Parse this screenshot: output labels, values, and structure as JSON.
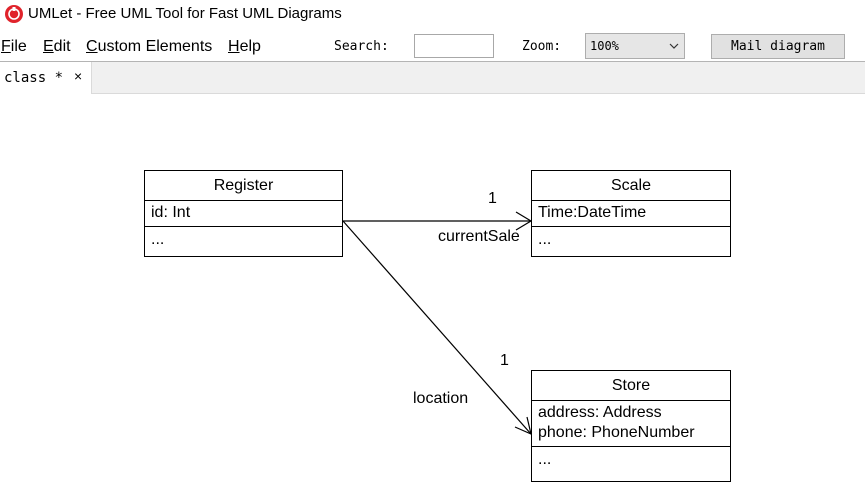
{
  "window": {
    "title": "UMLet - Free UML Tool for Fast UML Diagrams"
  },
  "menu": {
    "items": [
      {
        "mnemonic": "F",
        "rest": "ile"
      },
      {
        "mnemonic": "E",
        "rest": "dit"
      },
      {
        "mnemonic": "C",
        "rest": "ustom Elements"
      },
      {
        "mnemonic": "H",
        "rest": "elp"
      }
    ]
  },
  "toolbar": {
    "search_label": "Search:",
    "search_value": "",
    "zoom_label": "Zoom:",
    "zoom_value": "100%",
    "mail_button": "Mail diagram"
  },
  "tabs": [
    {
      "label": "class *",
      "close": "×"
    }
  ],
  "diagram": {
    "classes": {
      "register": {
        "name": "Register",
        "attributes": [
          "id: Int"
        ],
        "operations": "..."
      },
      "scale": {
        "name": "Scale",
        "attributes": [
          "Time:DateTime"
        ],
        "operations": "..."
      },
      "store": {
        "name": "Store",
        "attributes": [
          "address: Address",
          "phone: PhoneNumber"
        ],
        "operations": "..."
      }
    },
    "associations": {
      "register_scale": {
        "multiplicity": "1",
        "role": "currentSale"
      },
      "register_store": {
        "multiplicity": "1",
        "role": "location"
      }
    }
  }
}
